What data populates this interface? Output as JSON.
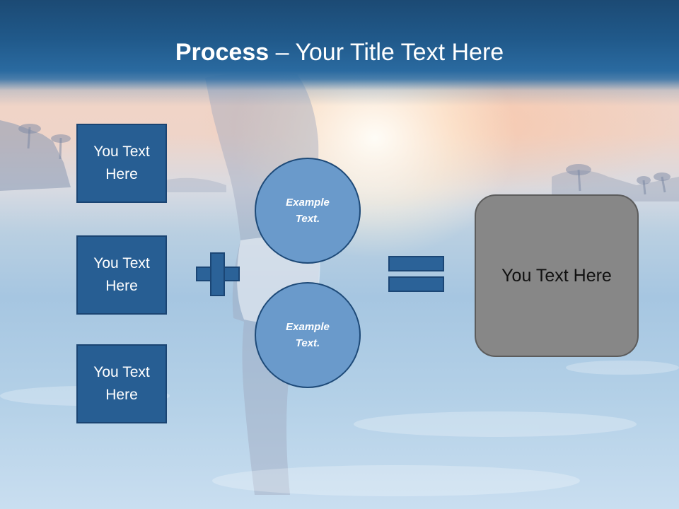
{
  "title": {
    "bold": "Process",
    "rest": " – Your Title Text Here"
  },
  "left_boxes": [
    {
      "label": "You Text Here"
    },
    {
      "label": "You Text Here"
    },
    {
      "label": "You Text Here"
    }
  ],
  "circles": [
    {
      "label": "Example Text."
    },
    {
      "label": "Example Text."
    }
  ],
  "result": {
    "label": "You Text Here"
  },
  "colors": {
    "header": "#20598a",
    "box_fill": "#275e93",
    "circle_fill": "#6a9acb",
    "result_fill": "#878787"
  },
  "icons": {
    "operator_plus": "plus-icon",
    "operator_equals": "equals-icon"
  }
}
